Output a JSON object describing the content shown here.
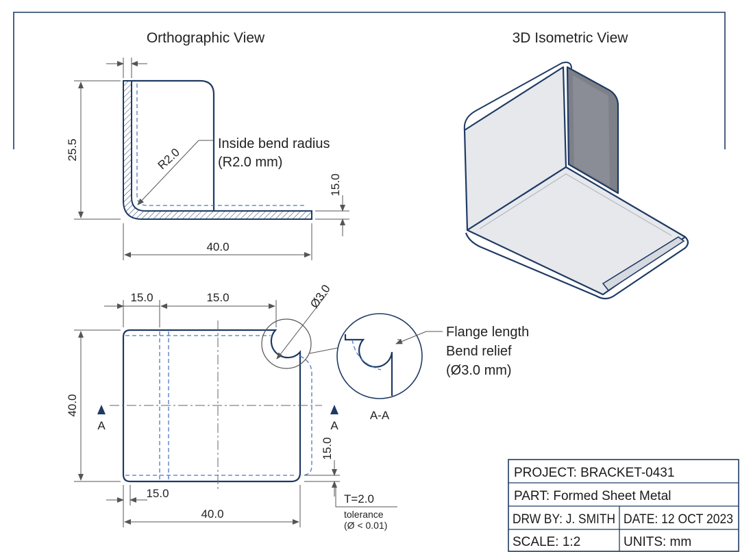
{
  "views": {
    "ortho_title": "Orthographic View",
    "iso_title": "3D Isometric View"
  },
  "ortho": {
    "dim_height": "25.5",
    "dim_radius": "R2.0",
    "dim_flange": "15.0",
    "dim_width": "40.0",
    "note_line1": "Inside bend radius",
    "note_line2": "(R2.0 mm)"
  },
  "flat": {
    "dim_top_left": "15.0",
    "dim_top_mid": "15.0",
    "dim_hole": "Ø3.0",
    "dim_height": "40.0",
    "dim_right": "15.0",
    "dim_bottom_left": "15.0",
    "dim_bottom_width": "40.0",
    "section_marker": "A",
    "section_label": "A-A",
    "thickness": "T=2.0",
    "tolerance_line1": "tolerance",
    "tolerance_line2": "(Ø < 0.01)",
    "note_line1": "Flange length",
    "note_line2": "Bend relief",
    "note_line3": "(Ø3.0 mm)"
  },
  "title_block": {
    "project": "PROJECT: BRACKET-0431",
    "part": "PART: Formed Sheet Metal",
    "drawn_by": "DRW BY: J. SMITH",
    "date": "DATE: 12 OCT 2023",
    "scale": "SCALE: 1:2",
    "units": "UNITS: mm"
  },
  "colors": {
    "part_outline": "#1f3a63",
    "hidden_line": "#4a78c0",
    "frame": "#1f3a63",
    "iso_face_light": "#e6e8ec",
    "iso_face_dark": "#7d8088"
  }
}
